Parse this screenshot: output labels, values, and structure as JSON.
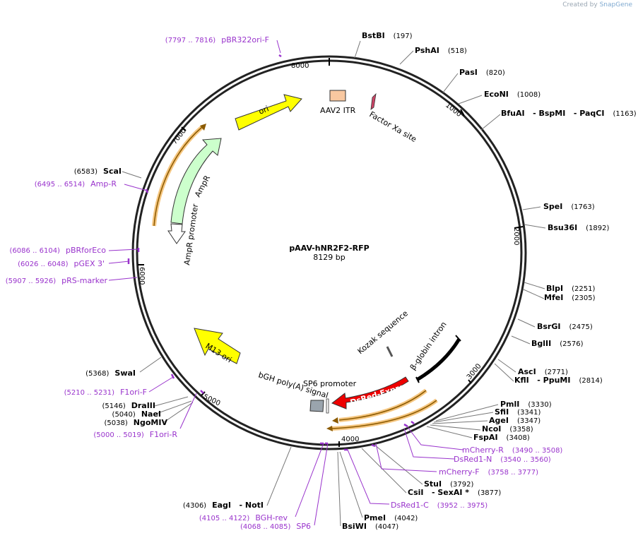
{
  "credit": {
    "prefix": "Created by",
    "brand": "SnapGene"
  },
  "plasmid": {
    "name": "pAAV-hNR2F2-RFP",
    "size": "8129 bp"
  },
  "ticks": [
    "1000",
    "2000",
    "3000",
    "4000",
    "5000",
    "6000",
    "7000",
    "8000"
  ],
  "features": {
    "ori": "ori",
    "ampr": "AmpR",
    "ampr_promoter": "AmpR promoter",
    "m13": "M13 ori",
    "aav2_itr": "AAV2 ITR",
    "factor_xa": "Factor Xa site",
    "kozak": "Kozak sequence",
    "beta_globin": "β-globin intron",
    "dsred": "DsRed-Express",
    "sp6_promoter": "SP6 promoter",
    "bgh": "bGH poly(A) signal"
  },
  "sites": [
    {
      "name": "BstBI",
      "pos": "(197)"
    },
    {
      "name": "PshAI",
      "pos": "(518)"
    },
    {
      "name": "PasI",
      "pos": "(820)"
    },
    {
      "name": "EcoNI",
      "pos": "(1008)"
    },
    {
      "name": "BfuAI   - BspMI   - PaqCI",
      "pos": "(1163)"
    },
    {
      "name": "SpeI",
      "pos": "(1763)"
    },
    {
      "name": "Bsu36I",
      "pos": "(1892)"
    },
    {
      "name": "BlpI",
      "pos": "(2251)"
    },
    {
      "name": "MfeI",
      "pos": "(2305)"
    },
    {
      "name": "BsrGI",
      "pos": "(2475)"
    },
    {
      "name": "BglII",
      "pos": "(2576)"
    },
    {
      "name": "AscI",
      "pos": "(2771)"
    },
    {
      "name": "KflI   - PpuMI",
      "pos": "(2814)"
    },
    {
      "name": "PmlI",
      "pos": "(3330)"
    },
    {
      "name": "SfiI",
      "pos": "(3341)"
    },
    {
      "name": "AgeI",
      "pos": "(3347)"
    },
    {
      "name": "NcoI",
      "pos": "(3358)"
    },
    {
      "name": "FspAI",
      "pos": "(3408)"
    },
    {
      "name": "StuI",
      "pos": "(3792)"
    },
    {
      "name": "CsiI   - SexAI *",
      "pos": "(3877)"
    },
    {
      "name": "PmeI",
      "pos": "(4042)"
    },
    {
      "name": "BsiWI",
      "pos": "(4047)"
    },
    {
      "name": "EagI   - NotI",
      "pos": "(4306)"
    },
    {
      "name": "NgoMIV",
      "pos": "(5038)"
    },
    {
      "name": "NaeI",
      "pos": "(5040)"
    },
    {
      "name": "DraIII",
      "pos": "(5146)"
    },
    {
      "name": "SwaI",
      "pos": "(5368)"
    },
    {
      "name": "ScaI",
      "pos": "(6583)"
    }
  ],
  "primers": [
    {
      "name": "pBR322ori-F",
      "range": "(7797 .. 7816)"
    },
    {
      "name": "Amp-R",
      "range": "(6495 .. 6514)"
    },
    {
      "name": "pBRforEco",
      "range": "(6086 .. 6104)"
    },
    {
      "name": "pGEX 3'",
      "range": "(6026 .. 6048)"
    },
    {
      "name": "pRS-marker",
      "range": "(5907 .. 5926)"
    },
    {
      "name": "F1ori-F",
      "range": "(5210 .. 5231)"
    },
    {
      "name": "F1ori-R",
      "range": "(5000 .. 5019)"
    },
    {
      "name": "mCherry-R",
      "range": "(3490 .. 3508)"
    },
    {
      "name": "DsRed1-N",
      "range": "(3540 .. 3560)"
    },
    {
      "name": "mCherry-F",
      "range": "(3758 .. 3777)"
    },
    {
      "name": "DsRed1-C",
      "range": "(3952 .. 3975)"
    },
    {
      "name": "BGH-rev",
      "range": "(4105 .. 4122)"
    },
    {
      "name": "SP6",
      "range": "(4068 .. 4085)"
    }
  ]
}
